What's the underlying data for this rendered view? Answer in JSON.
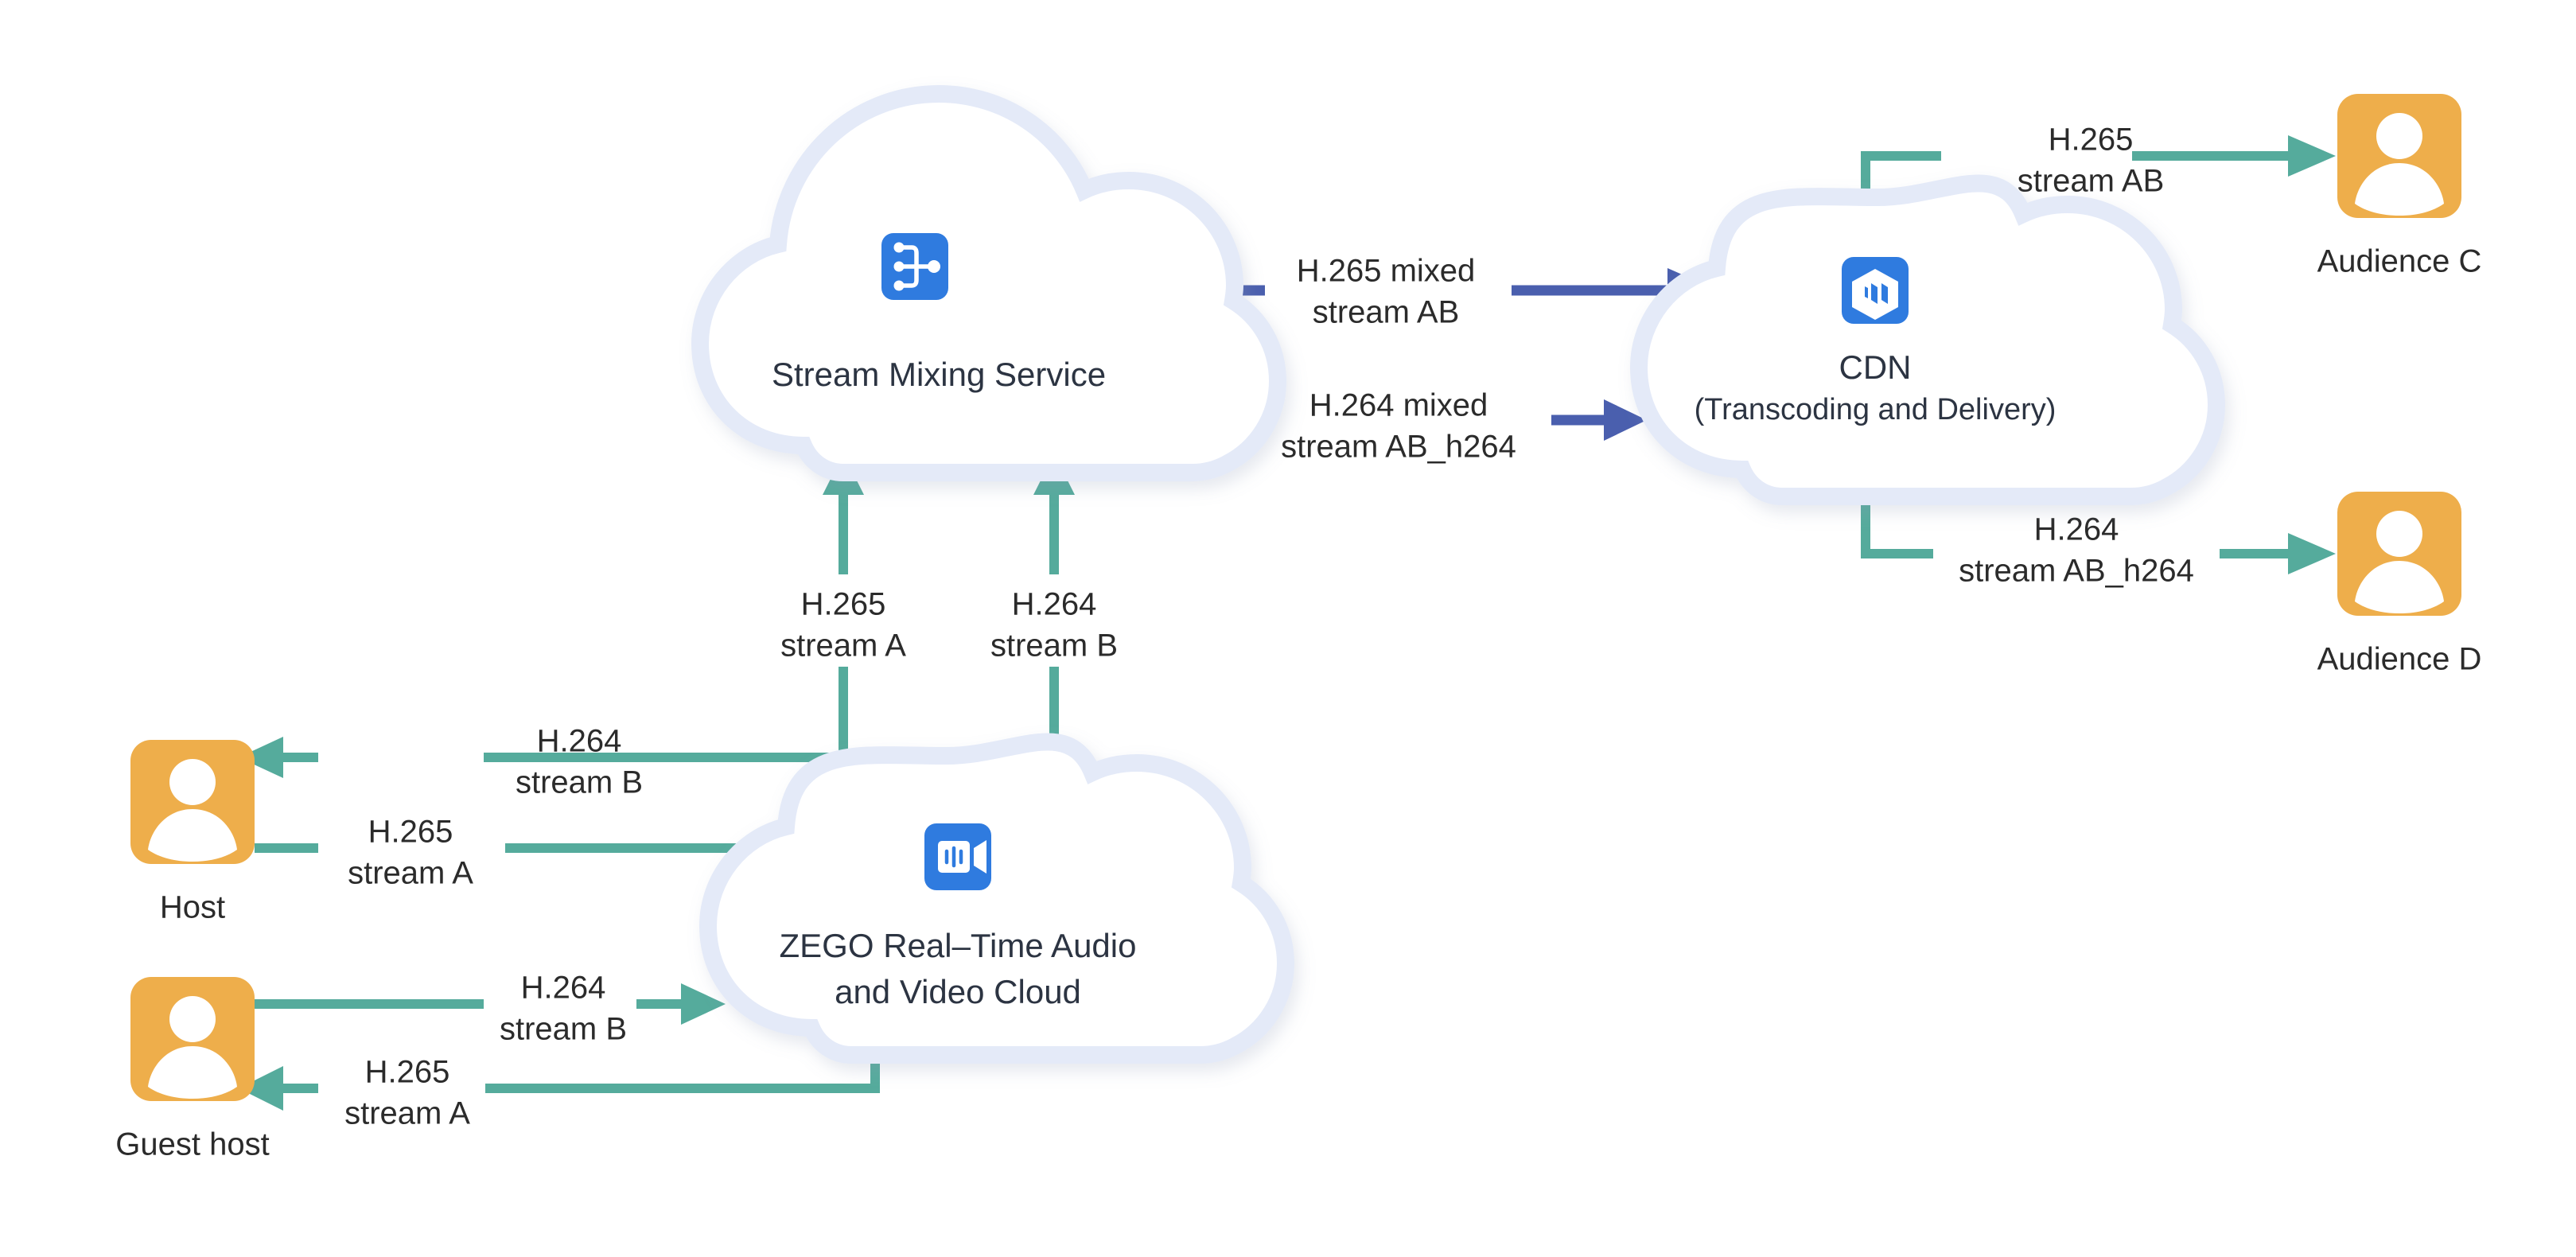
{
  "diagram": {
    "title": "ZEGO stream mixing and CDN delivery topology",
    "background": "#ffffff",
    "colors": {
      "teal": "#55ab9c",
      "indigo": "#4a5fae",
      "orange": "#eeae4b",
      "icon_blue": "#2f7bdf",
      "cloud_border": "#e4eaf8",
      "cloud_fill": "#ffffff",
      "text_dark": "#2c3442",
      "text_body": "#2b2b2b"
    }
  },
  "nodes": {
    "stream_mixing": {
      "label": "Stream Mixing Service",
      "icon": "branch-split-icon",
      "shape": "cloud"
    },
    "cdn": {
      "label": "CDN",
      "sublabel": "(Transcoding and Delivery)",
      "icon": "cube-hexagon-icon",
      "shape": "cloud"
    },
    "zego_cloud": {
      "label_line1": "ZEGO Real–Time Audio",
      "label_line2": "and Video Cloud",
      "icon": "video-camera-icon",
      "shape": "cloud"
    },
    "host": {
      "label": "Host",
      "icon": "person-icon",
      "shape": "rounded-square"
    },
    "guest_host": {
      "label": "Guest host",
      "icon": "person-icon",
      "shape": "rounded-square"
    },
    "audience_c": {
      "label": "Audience C",
      "icon": "person-icon",
      "shape": "rounded-square"
    },
    "audience_d": {
      "label": "Audience D",
      "icon": "person-icon",
      "shape": "rounded-square"
    }
  },
  "edges": [
    {
      "id": "mix-to-cdn-265",
      "from": "stream_mixing",
      "to": "cdn",
      "color": "indigo",
      "line1": "H.265 mixed",
      "line2": "stream AB"
    },
    {
      "id": "mix-to-cdn-264",
      "from": "stream_mixing",
      "to": "cdn",
      "color": "indigo",
      "line1": "H.264 mixed",
      "line2": "stream AB_h264"
    },
    {
      "id": "cdn-to-audience-c",
      "from": "cdn",
      "to": "audience_c",
      "color": "teal",
      "line1": "H.265",
      "line2": "stream AB"
    },
    {
      "id": "cdn-to-audience-d",
      "from": "cdn",
      "to": "audience_d",
      "color": "teal",
      "line1": "H.264",
      "line2": "stream AB_h264"
    },
    {
      "id": "zego-to-mix-265a",
      "from": "zego_cloud",
      "to": "stream_mixing",
      "color": "teal",
      "line1": "H.265",
      "line2": "stream A"
    },
    {
      "id": "zego-to-mix-264b",
      "from": "zego_cloud",
      "to": "stream_mixing",
      "color": "teal",
      "line1": "H.264",
      "line2": "stream B"
    },
    {
      "id": "zego-to-host-264b",
      "from": "zego_cloud",
      "to": "host",
      "color": "teal",
      "line1": "H.264",
      "line2": "stream B"
    },
    {
      "id": "host-to-zego-265a",
      "from": "host",
      "to": "zego_cloud",
      "color": "teal",
      "line1": "H.265",
      "line2": "stream A"
    },
    {
      "id": "guest-to-zego-264b",
      "from": "guest_host",
      "to": "zego_cloud",
      "color": "teal",
      "line1": "H.264",
      "line2": "stream B"
    },
    {
      "id": "zego-to-guest-265a",
      "from": "zego_cloud",
      "to": "guest_host",
      "color": "teal",
      "line1": "H.265",
      "line2": "stream A"
    }
  ]
}
